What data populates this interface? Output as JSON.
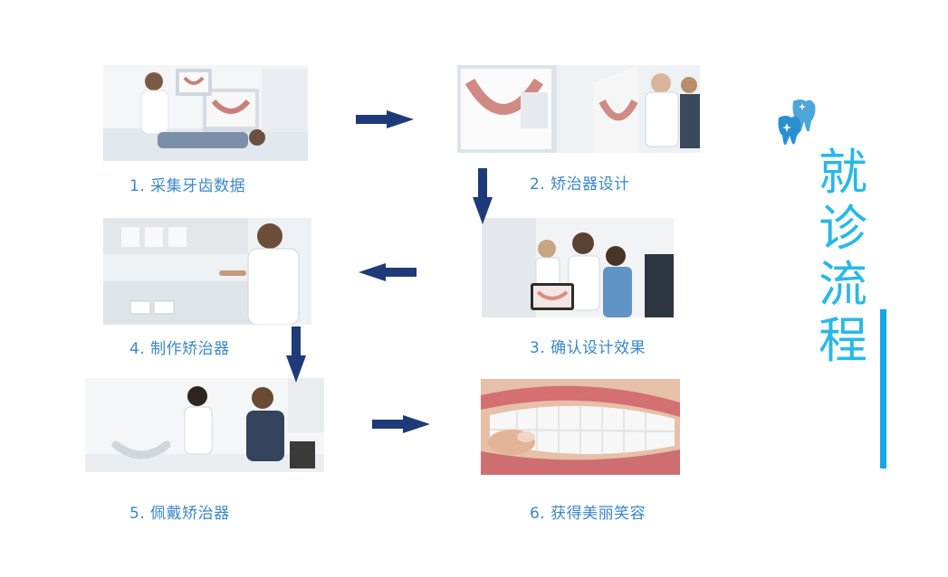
{
  "title_chars": [
    "就",
    "诊",
    "流",
    "程"
  ],
  "steps": [
    {
      "label": "1. 采集牙齿数据"
    },
    {
      "label": "2. 矫治器设计"
    },
    {
      "label": "3. 确认设计效果"
    },
    {
      "label": "4. 制作矫治器"
    },
    {
      "label": "5. 佩戴矫治器"
    },
    {
      "label": "6. 获得美丽笑容"
    }
  ],
  "colors": {
    "label": "#3a86c8",
    "arrow": "#1f3a78",
    "title": "#29b8e8",
    "accent_bar": "#19a4e6"
  },
  "icons": [
    "tooth-icon",
    "sparkle-icon"
  ]
}
